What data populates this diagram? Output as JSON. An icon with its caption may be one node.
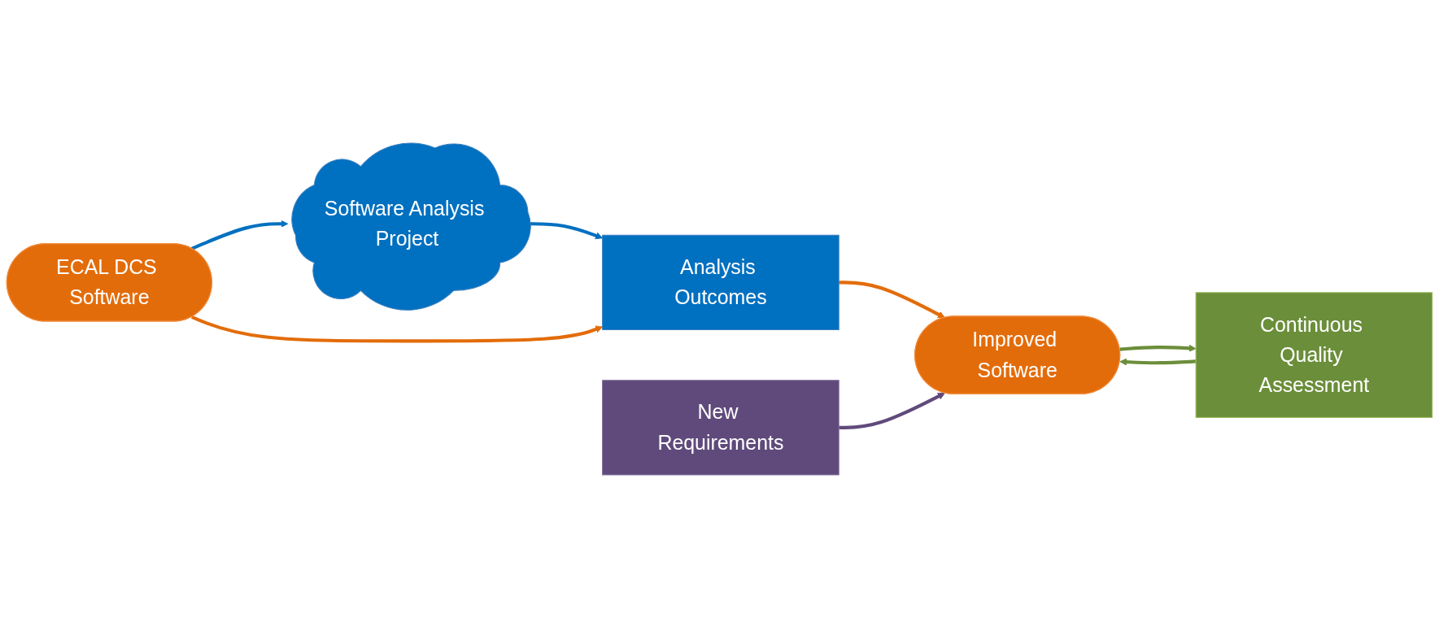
{
  "diagram": {
    "nodes": [
      {
        "text": [
          "Software Analysis Project"
        ]
      },
      {
        "text": [
          "New Requirements"
        ]
      },
      {
        "text": [
          "ECAL DCS Software"
        ]
      },
      {
        "text": [
          "Analysis Outcomes"
        ]
      },
      {
        "text": [
          "Improved Software"
        ]
      },
      {
        "text": [
          "Continuous Quality Assessment"
        ]
      }
    ],
    "edges": [
      {
        "from": 2,
        "to": 0,
        "arrow": "to",
        "color": "#0070c0"
      },
      {
        "from": 0,
        "to": 3,
        "arrow": "to",
        "color": "#0070c0"
      },
      {
        "from": 2,
        "to": 3,
        "arrow": "to",
        "color": "#e36c0a"
      },
      {
        "from": 3,
        "to": 4,
        "arrow": "to",
        "color": "#e36c0a"
      },
      {
        "from": 1,
        "to": 4,
        "arrow": "to",
        "color": "#604a7b"
      },
      {
        "from": 4,
        "to": 5,
        "arrow": "to",
        "color": "#6b8e3a"
      },
      {
        "from": 5,
        "to": 4,
        "arrow": "to",
        "color": "#6b8e3a"
      }
    ]
  }
}
